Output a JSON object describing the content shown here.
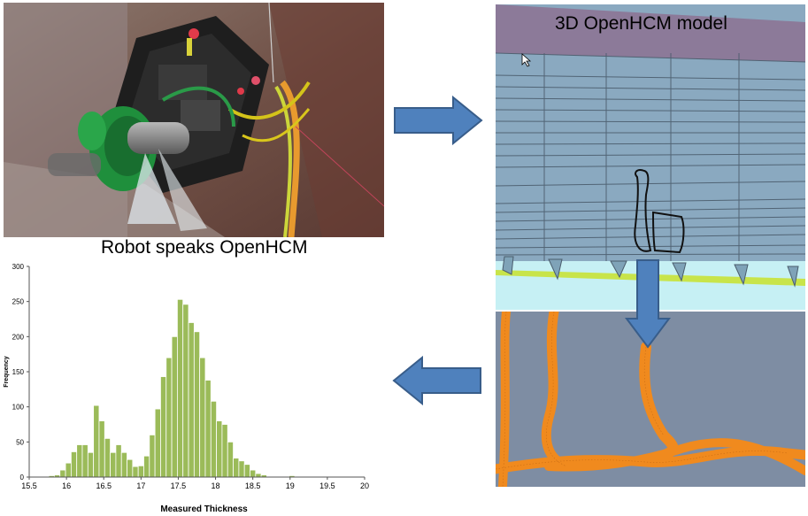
{
  "captions": {
    "robot": "Robot speaks OpenHCM",
    "model": "3D OpenHCM model"
  },
  "colors": {
    "arrow_fill": "#4F81BD",
    "arrow_stroke": "#385D8A",
    "bar_fill": "#9BBB59",
    "bar_stroke": "#ffffff",
    "model_top": "#8C7A99",
    "model_wall": "#8AA9C0",
    "model_floor": "#C6F0F4",
    "weld_bg": "#7E8DA3",
    "weld_orange": "#F08A1E"
  },
  "chart_data": {
    "type": "bar",
    "xlabel": "Measured Thickness",
    "ylabel": "Frequency",
    "xlim": [
      15.5,
      20
    ],
    "ylim": [
      0,
      300
    ],
    "x_ticks": [
      "15.5",
      "16",
      "16.5",
      "17",
      "17.5",
      "18",
      "18.5",
      "19",
      "19.5",
      "20"
    ],
    "y_ticks": [
      "0",
      "50",
      "100",
      "150",
      "200",
      "250",
      "300"
    ],
    "bin_width": 0.075,
    "bin_centers": [
      15.8,
      15.875,
      15.95,
      16.025,
      16.1,
      16.175,
      16.25,
      16.325,
      16.4,
      16.475,
      16.55,
      16.625,
      16.7,
      16.775,
      16.85,
      16.925,
      17.0,
      17.075,
      17.15,
      17.225,
      17.3,
      17.375,
      17.45,
      17.525,
      17.6,
      17.675,
      17.75,
      17.825,
      17.9,
      17.975,
      18.05,
      18.125,
      18.2,
      18.275,
      18.35,
      18.425,
      18.5,
      18.575,
      18.65,
      18.725,
      18.8,
      18.875,
      18.95,
      19.025,
      19.1,
      19.175,
      19.25,
      19.325,
      19.4,
      19.475,
      19.55,
      19.625
    ],
    "values": [
      2,
      3,
      10,
      20,
      36,
      46,
      46,
      35,
      102,
      80,
      55,
      35,
      46,
      35,
      25,
      15,
      16,
      30,
      60,
      97,
      143,
      170,
      200,
      253,
      246,
      220,
      207,
      170,
      138,
      108,
      80,
      75,
      50,
      27,
      23,
      18,
      10,
      5,
      3,
      1,
      1,
      0,
      0,
      2
    ]
  }
}
